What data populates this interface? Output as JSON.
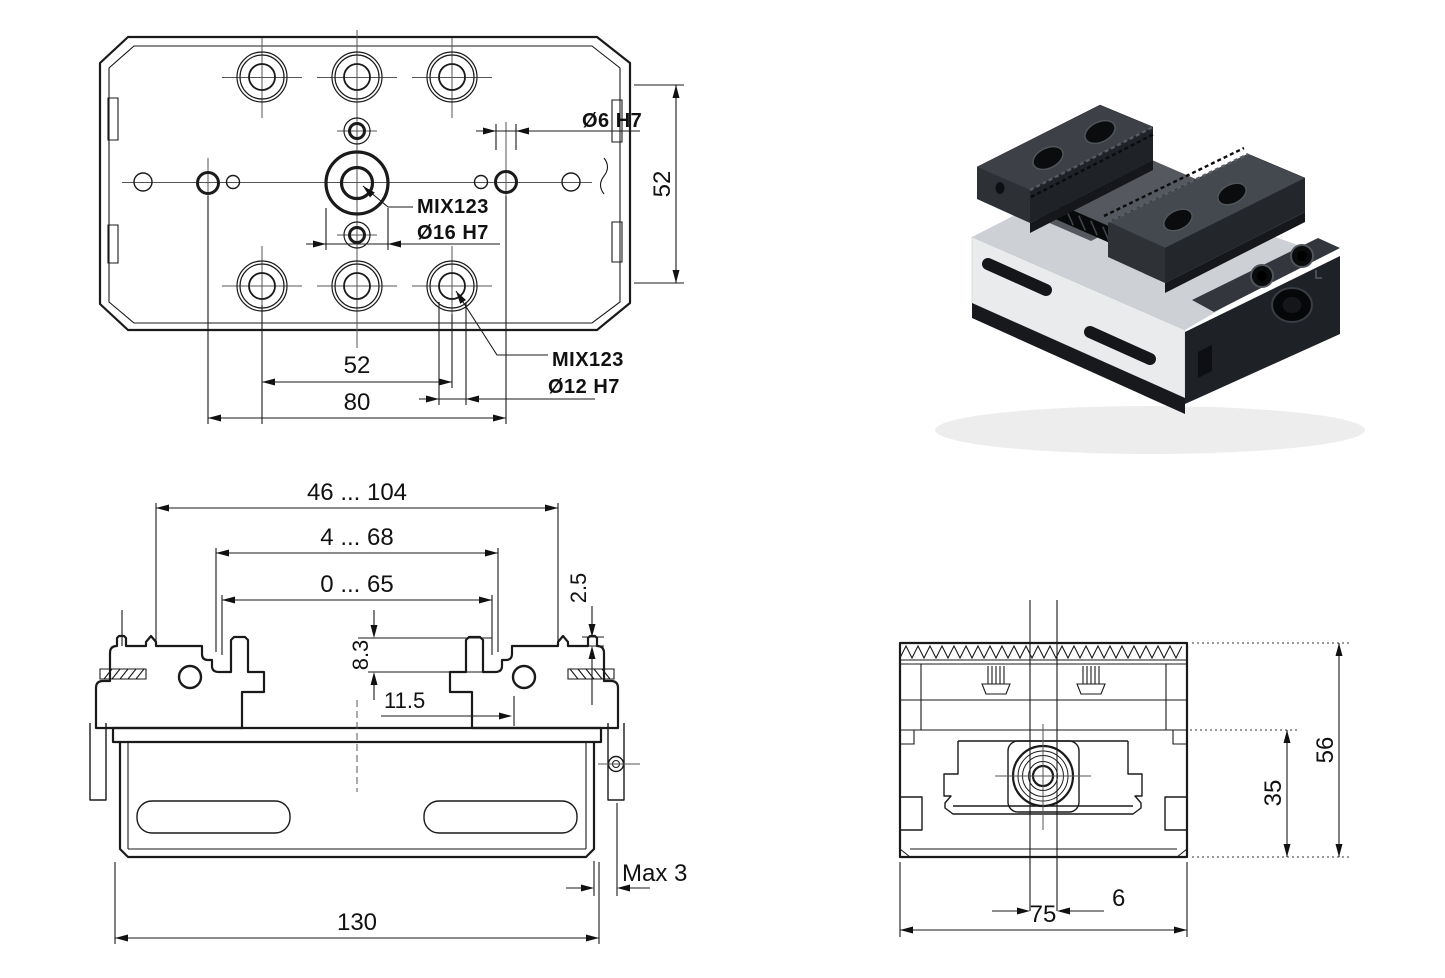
{
  "palette": {
    "line": "#1a1a1a",
    "centerline": "#555555",
    "background": "#ffffff",
    "steel_light": "#e9ebed",
    "steel_mid": "#cdd1d5",
    "jaw_dark": "#2d3035",
    "hole_black": "#0b0c0e"
  },
  "top_view": {
    "callouts": {
      "small_hole": "Ø6 H7",
      "center_thread": "MIX123",
      "center_bore": "Ø16 H7",
      "corner_thread": "MIX123",
      "corner_bore": "Ø12 H7"
    },
    "dims": {
      "row_spacing": "52",
      "hole_pitch": "52",
      "hole_span": "80"
    }
  },
  "front_view": {
    "dims": {
      "clamp_range_outer": "46 ... 104",
      "clamp_range_mid": "4 ... 68",
      "clamp_range_inner": "0 ... 65",
      "jaw_step": "2.5",
      "step_depth": "8.3",
      "pocket_depth": "11.5",
      "protrusion": "Max 3",
      "overall_width": "130"
    }
  },
  "end_view": {
    "dims": {
      "overall_height": "56",
      "body_height": "35",
      "key_width": "6",
      "overall_depth": "75"
    }
  }
}
